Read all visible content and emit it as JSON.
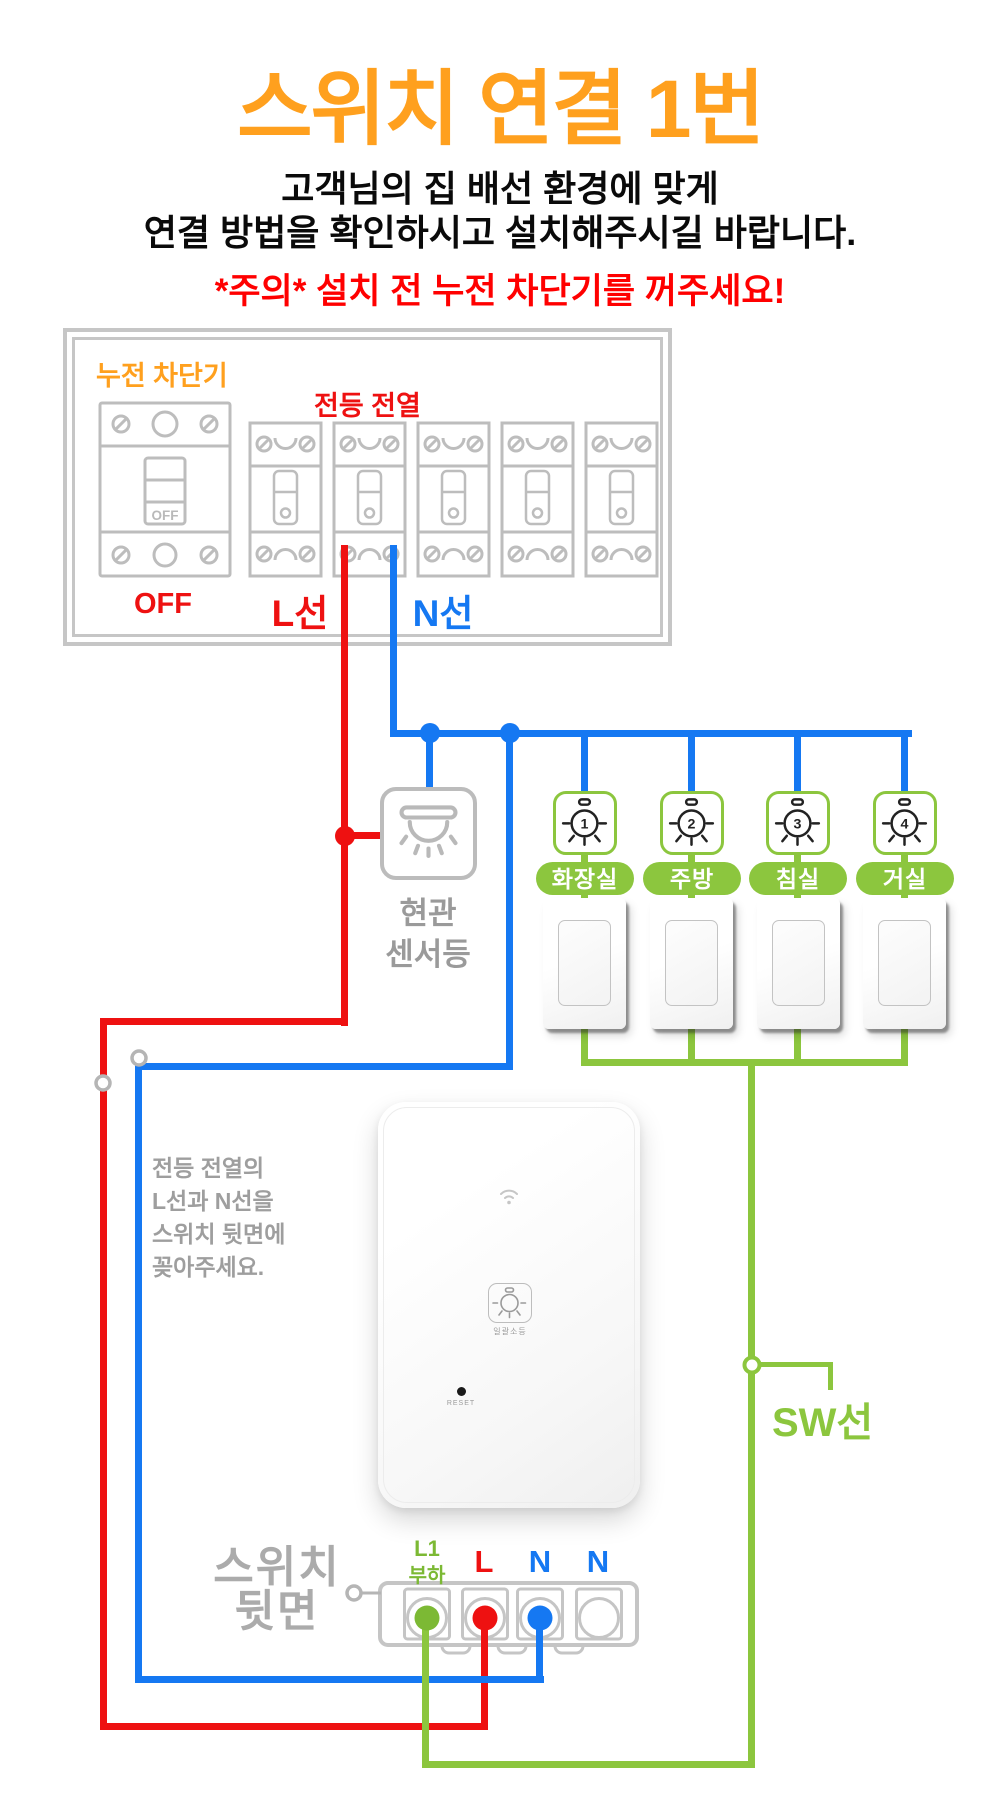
{
  "title": "스위치 연결 1번",
  "subtitle_line1": "고객님의 집 배선 환경에 맞게",
  "subtitle_line2": "연결 방법을 확인하시고 설치해주시길 바랍니다.",
  "warning": "*주의* 설치 전 누전 차단기를 꺼주세요!",
  "panel": {
    "breaker_label": "누전 차단기",
    "circuits_label": "전등 전열",
    "main_switch_label": "OFF",
    "off_label": "OFF",
    "l_wire_label": "L선",
    "n_wire_label": "N선"
  },
  "sensor_light": {
    "label_line1": "현관",
    "label_line2": "센서등"
  },
  "lamps": [
    {
      "number": "1",
      "label": "화장실"
    },
    {
      "number": "2",
      "label": "주방"
    },
    {
      "number": "3",
      "label": "침실"
    },
    {
      "number": "4",
      "label": "거실"
    }
  ],
  "device": {
    "button_label": "일괄소등",
    "reset_label": "RESET"
  },
  "sw_wire_label": "SW선",
  "instructions": {
    "line1": "전등 전열의",
    "line2": "L선과 N선을",
    "line3": "스위치 뒷면에",
    "line4": "꽂아주세요."
  },
  "back_panel": {
    "label_line1": "스위치",
    "label_line2": "뒷면",
    "terminals": [
      {
        "label_line1": "L1",
        "label_line2": "부하"
      },
      {
        "label_line1": "L"
      },
      {
        "label_line1": "N"
      },
      {
        "label_line1": "N"
      }
    ]
  },
  "colors": {
    "orange": "#FFA01E",
    "red": "#EE1111",
    "warnred": "#FF0000",
    "blue": "#1578F2",
    "green": "#8CC63E",
    "gray": "#9E9E9E"
  }
}
